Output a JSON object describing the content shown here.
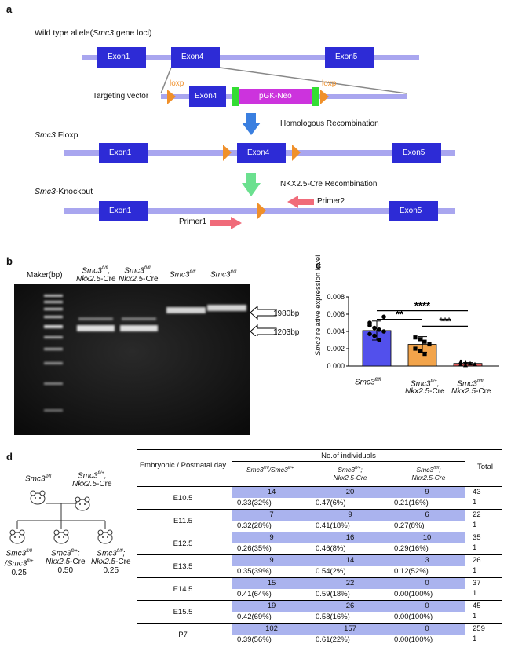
{
  "panels": {
    "a": "a",
    "b": "b",
    "c": "c",
    "d": "d"
  },
  "a": {
    "wildtype_label": "Wild type allele(",
    "wildtype_gene": "Smc3",
    "wildtype_suffix": " gene loci)",
    "exon1": "Exon1",
    "exon4": "Exon4",
    "exon5": "Exon5",
    "targeting_vector": "Targeting vector",
    "loxp": "loxp",
    "pgk_neo": "pGK-Neo",
    "homologous": "Homologous Recombination",
    "floxp_gene": "Smc3",
    "floxp_label": " Floxp",
    "nkx_recomb": "NKX2.5-Cre Recombination",
    "ko_gene": "Smc3",
    "ko_label": "-Knockout",
    "primer1": "Primer1",
    "primer2": "Primer2",
    "colors": {
      "line": "#a9a6ef",
      "exon": "#2d2bd6",
      "loxp": "#f0902a",
      "neo": "#cc33dd",
      "neo_end": "#33dd33",
      "blue_arrow": "#3a7fe0",
      "green_arrow": "#6be08f",
      "primer": "#f06b7a"
    }
  },
  "b": {
    "marker_label": "Maker(bp)",
    "lanes": [
      {
        "gene": "Smc3",
        "sup": "fl/fl",
        "line2": "Nkx2.5",
        "line2suffix": "-Cre"
      },
      {
        "gene": "Smc3",
        "sup": "fl/fl",
        "line2": "Nkx2.5",
        "line2suffix": "-Cre"
      },
      {
        "gene": "Smc3",
        "sup": "fl/fl"
      },
      {
        "gene": "Smc3",
        "sup": "fl/fl"
      }
    ],
    "band_upper": "1980bp",
    "band_lower": "1203bp"
  },
  "chart_data": {
    "type": "bar",
    "ylabel_gene": "Smc3",
    "ylabel": " relative expression level",
    "yticks": [
      "0.000",
      "0.002",
      "0.004",
      "0.006",
      "0.008"
    ],
    "ylim": [
      0,
      0.008
    ],
    "categories": [
      {
        "gene": "Smc3",
        "sup": "fl/fl",
        "line2": ""
      },
      {
        "gene": "Smc3",
        "sup": "fl/+",
        "line2": "Nkx2.5",
        "line2suffix": "-Cre"
      },
      {
        "gene": "Smc3",
        "sup": "fl/fl",
        "line2": "Nkx2.5",
        "line2suffix": "-Cre"
      }
    ],
    "values": [
      0.0041,
      0.0025,
      0.0003
    ],
    "errors": [
      0.0011,
      0.0009,
      0.0001
    ],
    "bar_colors": [
      "#5250ec",
      "#f2a44b",
      "#e05a5a"
    ],
    "points": [
      [
        0.0047,
        0.0044,
        0.0042,
        0.004,
        0.0037,
        0.0035,
        0.003,
        0.0057,
        0.005
      ],
      [
        0.0033,
        0.0031,
        0.0028,
        0.0025,
        0.002,
        0.0017,
        0.0014
      ],
      [
        0.0005,
        0.0004,
        0.0003,
        0.0002,
        0.0002,
        0.0001
      ]
    ],
    "significance": [
      {
        "from": 0,
        "to": 2,
        "label": "****"
      },
      {
        "from": 0,
        "to": 1,
        "label": "**"
      },
      {
        "from": 1,
        "to": 2,
        "label": "***"
      }
    ]
  },
  "d": {
    "cross_parent1_gene": "Smc3",
    "cross_parent1_sup": "fl/fl",
    "cross_parent2_gene": "Smc3",
    "cross_parent2_sup": "fl/+",
    "cross_parent2_line2": "Nkx2.5",
    "cross_parent2_suffix": "-Cre",
    "offspring": [
      {
        "l1": "Smc3",
        "s1": "fl/fl",
        "l2": "/Smc3",
        "s2": "fl/+",
        "ratio": "0.25"
      },
      {
        "l1": "Smc3",
        "s1": "fl/+",
        "l2": "Nkx2.5",
        "s2": "-Cre",
        "ratio": "0.50"
      },
      {
        "l1": "Smc3",
        "s1": "fl/fl",
        "l2": "Nkx2.5",
        "s2": "-Cre",
        "ratio": "0.25"
      }
    ],
    "table": {
      "header_day": "Embryonic / Postnatal day",
      "header_no": "No.of individuals",
      "header_total": "Total",
      "col_headers": [
        {
          "a": "Smc3",
          "as": "fl/fl",
          "b": "/Smc3",
          "bs": "fl/+",
          "c": ""
        },
        {
          "a": "Smc3",
          "as": "fl/+",
          "b": ";",
          "bs": "",
          "c": "Nkx2.5-Cre"
        },
        {
          "a": "Smc3",
          "as": "fl/fl",
          "b": ";",
          "bs": "",
          "c": "Nkx2.5-Cre"
        }
      ],
      "rows": [
        {
          "day": "E10.5",
          "n": [
            "14",
            "20",
            "9"
          ],
          "r": [
            "0.33(32%)",
            "0.47(6%)",
            "0.21(16%)"
          ],
          "total": "43",
          "t2": "1"
        },
        {
          "day": "E11.5",
          "n": [
            "7",
            "9",
            "6"
          ],
          "r": [
            "0.32(28%)",
            "0.41(18%)",
            "0.27(8%)"
          ],
          "total": "22",
          "t2": "1"
        },
        {
          "day": "E12.5",
          "n": [
            "9",
            "16",
            "10"
          ],
          "r": [
            "0.26(35%)",
            "0.46(8%)",
            "0.29(16%)"
          ],
          "total": "35",
          "t2": "1"
        },
        {
          "day": "E13.5",
          "n": [
            "9",
            "14",
            "3"
          ],
          "r": [
            "0.35(39%)",
            "0.54(2%)",
            "0.12(52%)"
          ],
          "total": "26",
          "t2": "1"
        },
        {
          "day": "E14.5",
          "n": [
            "15",
            "22",
            "0"
          ],
          "r": [
            "0.41(64%)",
            "0.59(18%)",
            "0.00(100%)"
          ],
          "total": "37",
          "t2": "1"
        },
        {
          "day": "E15.5",
          "n": [
            "19",
            "26",
            "0"
          ],
          "r": [
            "0.42(69%)",
            "0.58(16%)",
            "0.00(100%)"
          ],
          "total": "45",
          "t2": "1"
        },
        {
          "day": "P7",
          "n": [
            "102",
            "157",
            "0"
          ],
          "r": [
            "0.39(56%)",
            "0.61(22%)",
            "0.00(100%)"
          ],
          "total": "259",
          "t2": "1"
        }
      ]
    }
  }
}
